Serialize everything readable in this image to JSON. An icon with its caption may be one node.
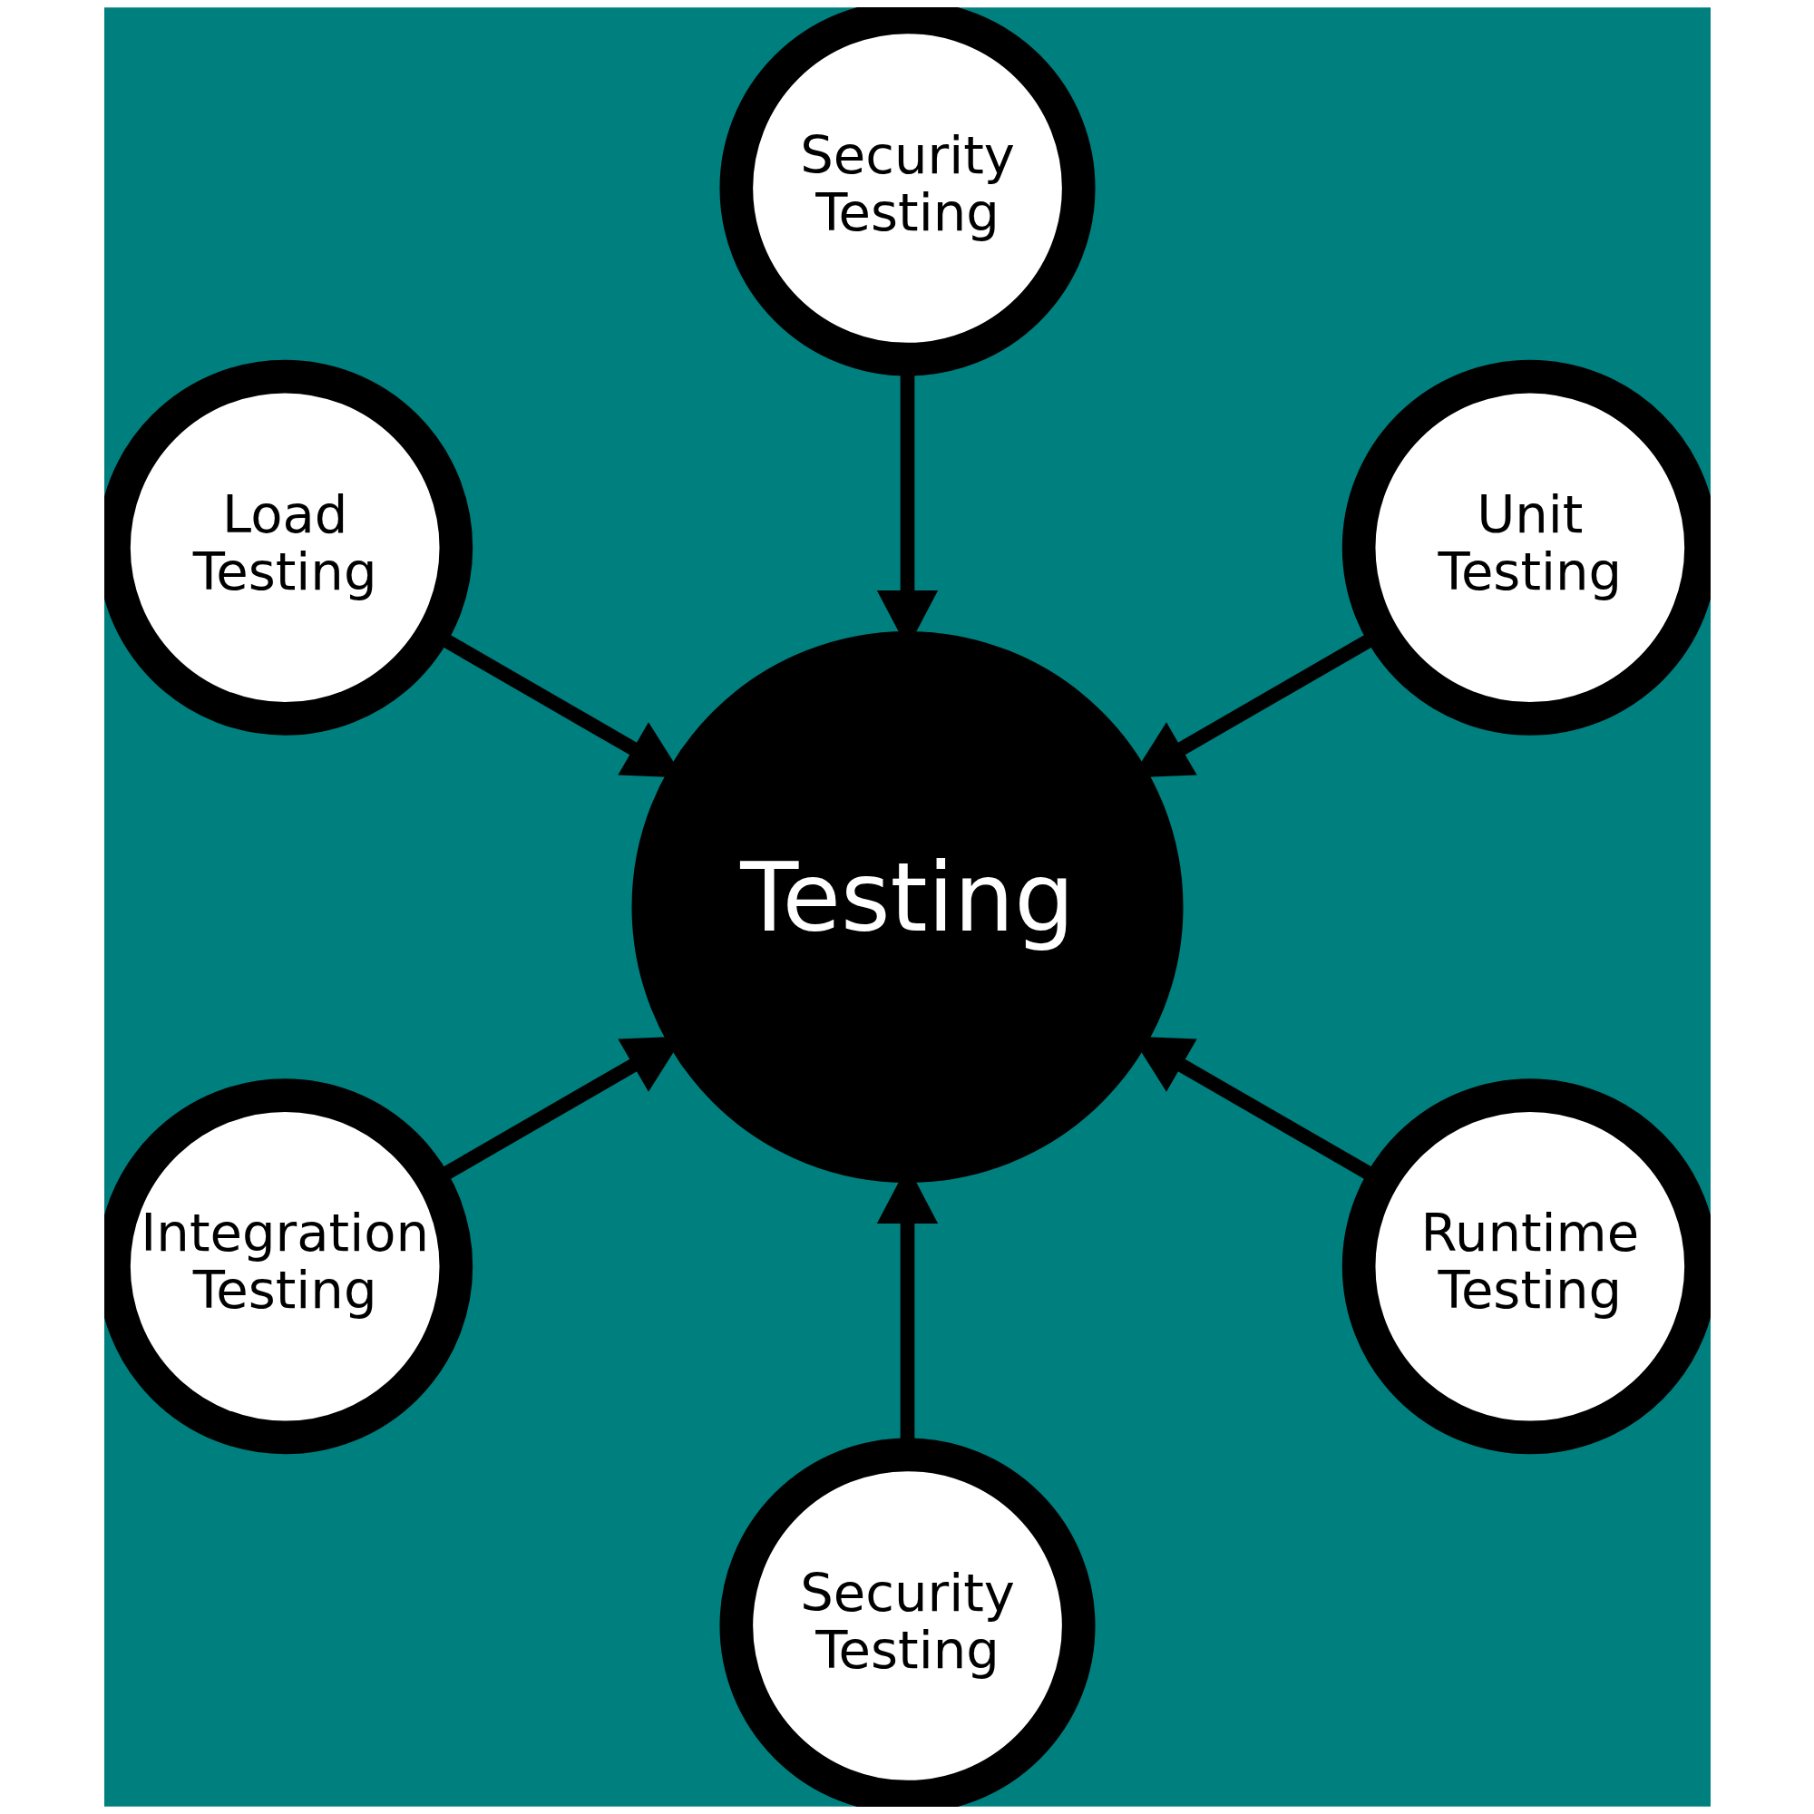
{
  "diagram": {
    "nodes": [
      {
        "text": [
          "Unit Testing"
        ]
      },
      {
        "text": [
          "Security Testing"
        ]
      },
      {
        "text": [
          "Load Testing"
        ]
      },
      {
        "text": [
          "Testing"
        ]
      },
      {
        "text": [
          "Integration Testing"
        ]
      },
      {
        "text": [
          "Security Testing"
        ]
      },
      {
        "text": [
          "Runtime Testing"
        ]
      }
    ],
    "edges": [
      {
        "from": 0,
        "to": 3,
        "arrow": "to"
      },
      {
        "from": 1,
        "to": 3,
        "arrow": "to"
      },
      {
        "from": 2,
        "to": 3,
        "arrow": "to"
      },
      {
        "from": 4,
        "to": 3,
        "arrow": "to"
      },
      {
        "from": 5,
        "to": 3,
        "arrow": "to"
      },
      {
        "from": 6,
        "to": 3,
        "arrow": "to"
      }
    ]
  }
}
